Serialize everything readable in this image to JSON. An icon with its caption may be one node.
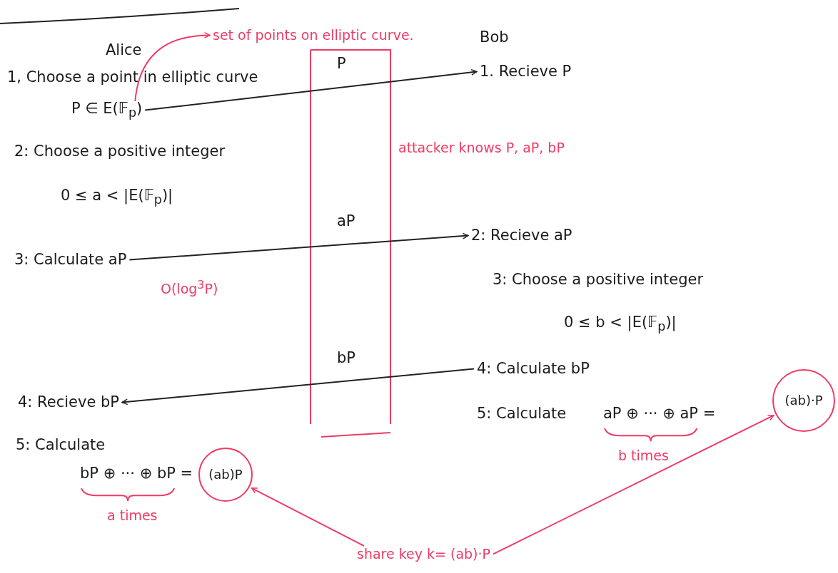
{
  "diagram": {
    "nodes": [
      {
        "text": [
          "P ∈ E(𝔽$_{p}$)"
        ]
      },
      {
        "text": [
          "set of points on elliptic curve."
        ]
      },
      {
        "text": [
          "1. Recieve P"
        ]
      },
      {
        "text": [
          "3: Calculate aP"
        ],
        "beside": [
          "O(log$^{3}$P)"
        ]
      },
      {
        "text": [
          "2: Recieve aP"
        ]
      },
      {
        "text": [
          "4: Calculate bP"
        ]
      },
      {
        "text": [
          "4: Recieve bP"
        ]
      },
      {
        "text": [
          "(ab)P"
        ],
        "beside": [
          "bP ⊕ ··· ⊕ bP ="
        ]
      },
      {
        "text": [
          "(ab)·P"
        ],
        "beside": [
          "aP ⊕ ··· ⊕ aP ="
        ]
      },
      {
        "text": [
          "share key k= (ab)·P"
        ]
      }
    ],
    "edges": [
      {
        "from": 0,
        "to": 1,
        "arrow": "to",
        "color": "#ee3b63"
      },
      {
        "from": 0,
        "to": 2,
        "arrow": "to",
        "label": "P",
        "color": "#222222"
      },
      {
        "from": 3,
        "to": 4,
        "arrow": "to",
        "label": "aP",
        "color": "#222222"
      },
      {
        "from": 5,
        "to": 6,
        "arrow": "to",
        "label": "bP",
        "color": "#222222"
      },
      {
        "from": 9,
        "to": 7,
        "arrow": "to",
        "color": "#ee3b63"
      },
      {
        "from": 9,
        "to": 8,
        "arrow": "to",
        "color": "#ee3b63"
      }
    ],
    "labels": [
      "Alice",
      "1, Choose a point in elliptic curve",
      "Bob",
      "attacker knows P, aP, bP",
      "2: Choose a positive integer",
      "0 ≤ a < |E(𝔽$_{p}$)|",
      "3: Choose a positive integer",
      "0 ≤ b < |E(𝔽$_{p}$)|",
      "5: Calculate",
      "5: Calculate",
      "b times",
      "a times"
    ]
  }
}
